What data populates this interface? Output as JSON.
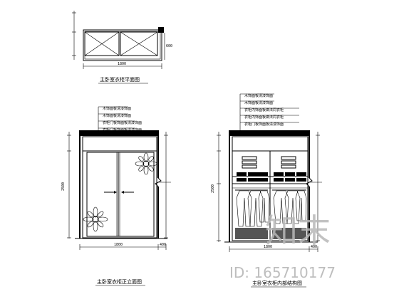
{
  "drawing": {
    "top_view": {
      "title": "主卧室衣柜平面图",
      "dim_width": "1800",
      "dim_depth": "600"
    },
    "front_elevation": {
      "title": "主卧室衣柜正立面图",
      "dim_height": "2500",
      "dim_width": "1800",
      "dim_side": "400"
    },
    "interior_elevation": {
      "title": "主卧室衣柜内部结构图",
      "dim_height": "2500",
      "dim_width": "1800",
      "dim_side": "400",
      "notes": [
        "木饰面板清漆饰面",
        "木饰面板清漆饰面",
        "衣柜内饰面板做法同衣柜",
        "衣柜内饰面板做法同衣柜",
        "衣柜门板饰面板清漆饰面"
      ]
    },
    "front_notes": [
      "木饰面板清漆饰面",
      "木饰面板清漆饰面",
      "衣柜门板饰面板清漆饰面",
      "衣柜门板饰面板清漆饰面"
    ]
  },
  "watermark": {
    "brand": "知末",
    "id_text": "ID: 165710177"
  }
}
